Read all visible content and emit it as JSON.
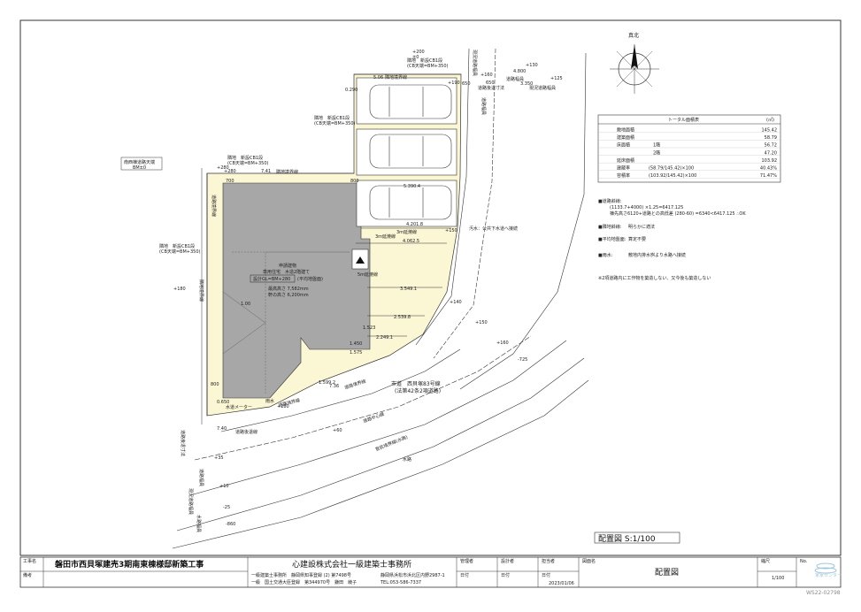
{
  "colors": {
    "building": "#a7a7a7",
    "site_fill": "#fbf6d4",
    "line": "#333333",
    "watermark": "#9ec7df"
  },
  "north": {
    "label": "真北"
  },
  "area_table": {
    "title": "トータル面積表",
    "unit": "(㎡)",
    "rows": [
      {
        "label": "敷地面積",
        "sub": "",
        "formula": "",
        "value": "145.42"
      },
      {
        "label": "建築面積",
        "sub": "",
        "formula": "",
        "value": "58.79"
      },
      {
        "label": "床面積",
        "sub": "1階",
        "formula": "",
        "value": "56.72"
      },
      {
        "label": "",
        "sub": "2階",
        "formula": "",
        "value": "47.20"
      },
      {
        "label": "延床面積",
        "sub": "",
        "formula": "",
        "value": "103.92"
      },
      {
        "label": "建蔽率",
        "sub": "",
        "formula": "(58.79/145.42)×100",
        "value": "40.43%"
      },
      {
        "label": "容積率",
        "sub": "",
        "formula": "(103.92/145.42)×100",
        "value": "71.47%"
      }
    ]
  },
  "notes": [
    {
      "head": "■道路斜線:",
      "lines": [
        "(1133.7+4000) ×1.25=6417.125",
        "棟先高さ6120+道路との高低差 (280-60) =6340<6417.125 ∴OK"
      ]
    },
    {
      "head": "■隣地斜線:",
      "lines": [
        "明らかに適法"
      ]
    },
    {
      "head": "■平均地盤面:",
      "lines": [
        "算定不要"
      ]
    },
    {
      "head": "■雨水:",
      "lines": [
        "敷地内排水桝より水路へ接続"
      ]
    }
  ],
  "caution": "※2項道路内に工作物を築造しない、又今後も築造しない",
  "building_labels": {
    "l1": "申請建物",
    "l2": "専用住宅　木造2階建て",
    "l3": "設計GL=BM+280",
    "l3b": "(平均地盤面)",
    "l4": "最高高さ 7,582mm",
    "l5": "軒の高さ 6,200mm"
  },
  "plan_labels": {
    "rinchi_top": "隣地境界線",
    "rinchi_upper": "隣地境界線",
    "rinchi_left": "隣地境界線",
    "road_boundary_left": "道路境界線",
    "road_boundary_right": "道路境界線",
    "road_boundary_bottom": "道路後退線",
    "road_boundary_bottom2": "道路境界線",
    "setback_top": "道路後退寸法",
    "road_width_top": "道路幅員",
    "current_road": "現況道路幅員",
    "line3m": "3m延焼線",
    "line5m": "5m延焼線",
    "line3m_small": "3m延焼線",
    "sewer": "汚水：公共下水道へ接続",
    "road_center": "道路中心線",
    "road_name": "市道　西貝塚83号線",
    "road_law": "(法第42条2項道路)",
    "waterway": "水路",
    "waterway_name": "官民境界線(水路)",
    "neighbor_tag": "南西棟道路天端",
    "neighbor_tag2": "BM±0",
    "neighbor_a": "隣地　新設CB1段",
    "neighbor_a2": "(CB天端=BM+350)",
    "neighbor_b": "隣地　新設CB1段",
    "neighbor_b2": "(CB天端=BM+350)",
    "neighbor_c": "隣地　新設CB1段",
    "neighbor_c2": "(CB天端=BM+350)",
    "neighbor_d": "隣地　新設CB1段",
    "neighbor_d2": "(CB天端=BM+350)",
    "meter": "水道メーター",
    "rain": "雨水",
    "left_vert1": "道路後退寸法",
    "left_vert2": "道路幅員",
    "left_vert3": "現況道路幅員",
    "left_vert4": "水路幅員",
    "right_vert1": "道路幅員",
    "right_vert2": "現況道路幅員"
  },
  "dims": {
    "d1": "+200",
    "d2": "±0",
    "d3": "+190",
    "d4": "+160",
    "d5": "+130",
    "d6": "+125",
    "d7": "+280",
    "d8": "+180",
    "d9": "+150",
    "d10": "+140",
    "d11": "+150",
    "d12": "+160",
    "d13": "-725",
    "d14": "+280",
    "d15": "+60",
    "d16": "+35",
    "d17": "+10",
    "d18": "-25",
    "d19": "-860",
    "d20": "+280",
    "l1": "5.06",
    "l2": "7.41",
    "l3": "4.800",
    "l4": "650",
    "l5": "3.350",
    "l6": "5.390.4",
    "l7": "4.201.8",
    "l8": "4.062.5",
    "l9": "3.549.1",
    "l10": "2.539.8",
    "l11": "2.249.1",
    "l12": "1.599.2",
    "l13": "7.36",
    "l14": "7.40",
    "l15": "0.290",
    "l16": "700",
    "l17": "800",
    "l18": "800",
    "l19": "1.450",
    "l20": "1.575",
    "l21": "1.523",
    "l22": "0.650",
    "l23": "650",
    "l24": "1.00"
  },
  "scale_label": "配置図 S:1/100",
  "title_block": {
    "project_label": "工事名",
    "project": "磐田市西貝塚建売3期南東棟様邸新築工事",
    "remark_label": "備考",
    "company": "心建設株式会社一級建築士事務所",
    "office_line1": "一級建築士事務所　静岡県知事登録 (2) 第7498号",
    "office_line2": "一級　国土交通大臣登録　第344970号　鎌田　綾子",
    "address": "静岡県浜松市浜北区内野2987-1",
    "tel": "TEL:053-586-7337",
    "manager_label": "管理者",
    "designer_label": "設計者",
    "person_label": "担当者",
    "date_label": "日付",
    "date_label2": "日付",
    "date_label3": "日付",
    "date": "2023/01/06",
    "drawing_name_label": "図面名",
    "drawing_name": "配置図",
    "scale_head": "縮尺",
    "scale": "1/100",
    "no_label": "No.",
    "watermark": "家家センター",
    "code": "WS22-02798"
  }
}
